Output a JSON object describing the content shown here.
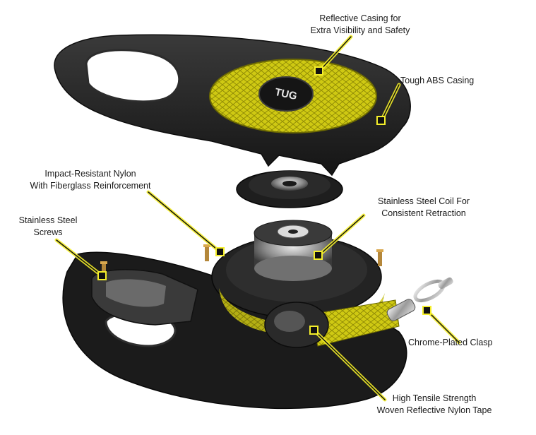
{
  "labels": {
    "reflective_casing": [
      "Reflective Casing for",
      "Extra Visibility and Safety"
    ],
    "abs_casing": [
      "Tough ABS Casing"
    ],
    "nylon": [
      "Impact-Resistant Nylon",
      "With Fiberglass Reinforcement"
    ],
    "screws": [
      "Stainless Steel",
      "Screws"
    ],
    "coil": [
      "Stainless Steel Coil For",
      "Consistent Retraction"
    ],
    "clasp": [
      "Chrome-Plated Clasp"
    ],
    "tape": [
      "High Tensile Strength",
      "Woven Reflective Nylon Tape"
    ]
  },
  "logo_text": "TUG",
  "colors": {
    "reflective_yellow": "#c9c40f",
    "casing_black": "#1c1c1c",
    "leader_line": "#111111",
    "leader_glow": "#f4ee2a"
  }
}
